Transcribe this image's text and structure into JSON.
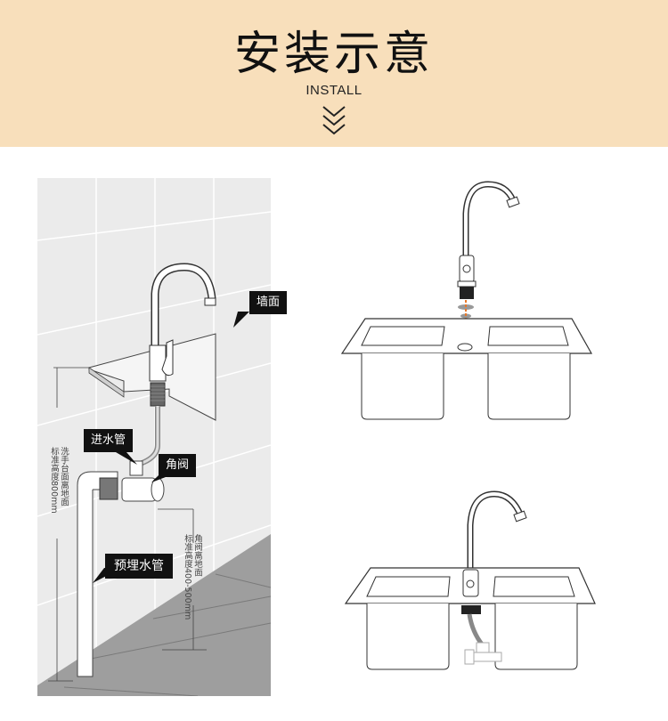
{
  "header": {
    "title": "安装示意",
    "subtitle": "INSTALL",
    "chevron_icon": "double-chevron-down-icon",
    "background_color": "#f8dfbb"
  },
  "left_diagram": {
    "callouts": {
      "wall": "墙面",
      "inlet_hose": "进水管",
      "angle_valve": "角阀",
      "embedded_pipe": "预埋水管"
    },
    "dimensions": {
      "basin_height": "洗手台面离地标准高度800mm",
      "basin_height_col1": "洗手台面离地面",
      "basin_height_col2": "标准高度800mm",
      "valve_height": "角阀离地面标准高度400-500mm",
      "valve_height_col1": "角阀离地面",
      "valve_height_col2": "标准高度400-500mm"
    },
    "colors": {
      "wall": "#ebebeb",
      "floor": "#9e9e9e",
      "callout_bg": "#111111"
    }
  },
  "right_diagrams": {
    "step1": "faucet-insertion-into-sink",
    "step2": "faucet-installed-with-hose",
    "arrow_color": "#e8782a"
  }
}
